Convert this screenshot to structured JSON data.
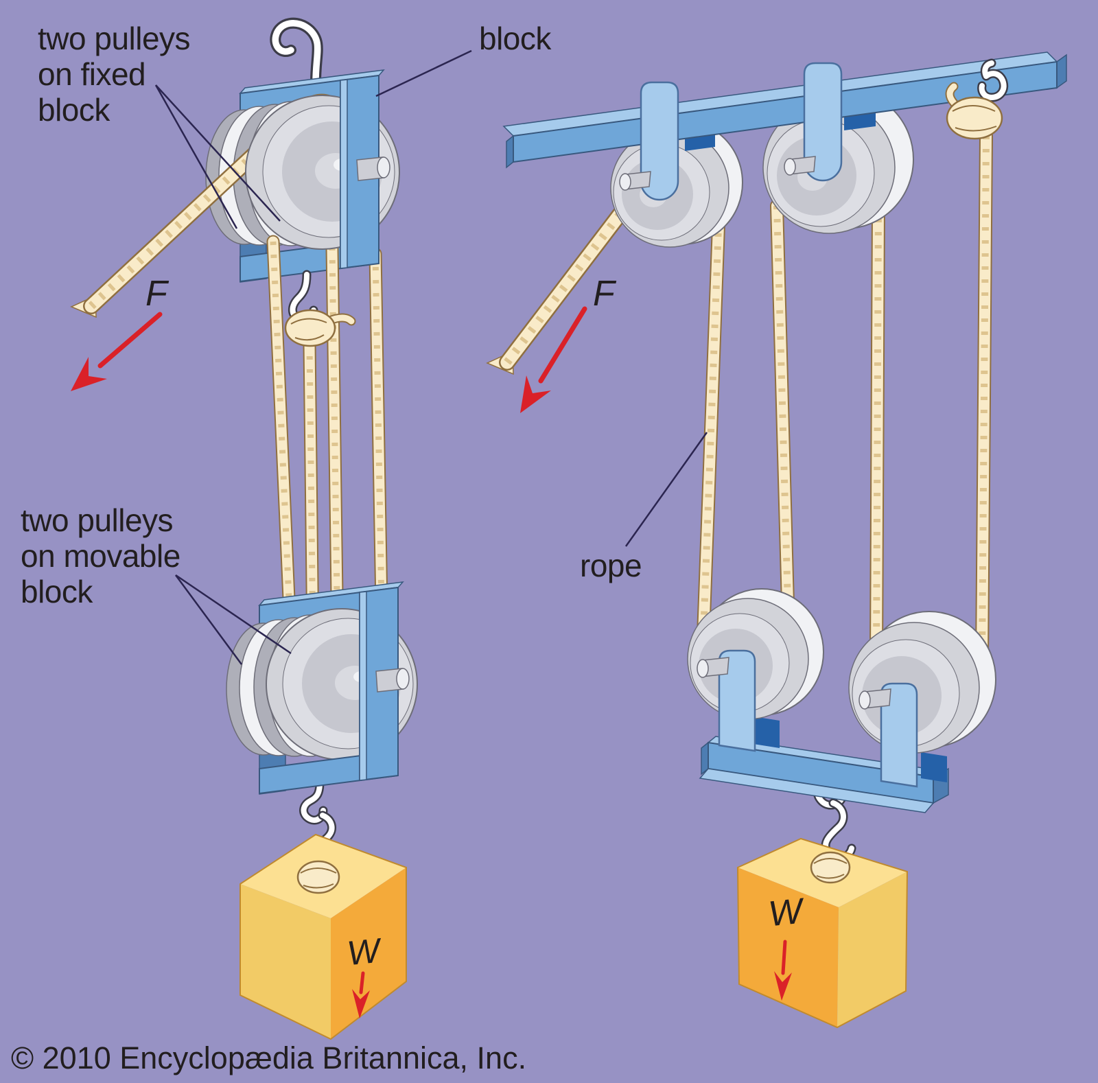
{
  "colors": {
    "background": "#9792c4",
    "text": "#221e1f",
    "leader": "#2b2550",
    "arrow-red": "#da2128",
    "block-main": "#6fa6d8",
    "block-light": "#a6cbec",
    "block-mid": "#4d7db2",
    "block-deep": "#2561a8",
    "block-line": "#38587e",
    "strap-line": "#4a6f9e",
    "pulley-light": "#f1f2f5",
    "pulley-body": "#d2d3d9",
    "pulley-face": "#dddee4",
    "pulley-mid": "#aeafb9",
    "pulley-mid2": "#c6c7cf",
    "pulley-hub": "#d9dae0",
    "pulley-line": "#6d6d78",
    "rope": "#f9ebc9",
    "rope-line": "#8f6f3f",
    "rope-tick": "#dec48f",
    "hook-line": "#3c3c48",
    "hook-fill": "#ffffff",
    "weight-top": "#fce092",
    "weight-light": "#f2cb66",
    "weight-dark": "#f4aa3a",
    "weight-line": "#c08a2e"
  },
  "labels": {
    "fixed_block": {
      "lines": [
        "two pulleys",
        "on fixed",
        "block"
      ]
    },
    "block": "block",
    "movable_block": {
      "lines": [
        "two pulleys",
        "on movable",
        "block"
      ]
    },
    "rope": "rope",
    "force_left": "F",
    "force_right": "F",
    "weight_left": "W",
    "weight_right": "W"
  },
  "footer": {
    "copyright": "© 2010 Encyclopædia Britannica, Inc."
  }
}
